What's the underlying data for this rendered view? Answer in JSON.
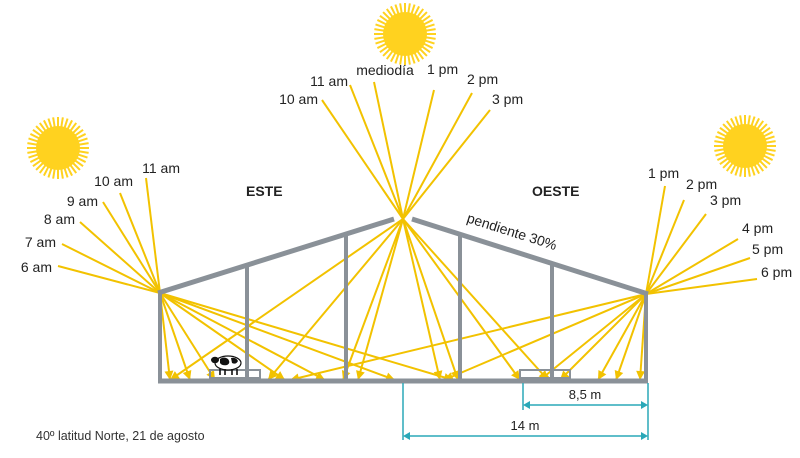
{
  "colors": {
    "sun": "#FFD21F",
    "ray": "#F2C200",
    "arrow": "#F2C200",
    "structure": "#8A9198",
    "dimension": "#2AA8B8"
  },
  "icons": {
    "sun": "sun-icon",
    "cow": "cow-icon"
  },
  "headers": {
    "east": "ESTE",
    "west": "OESTE",
    "slope": "pendiente 30%"
  },
  "east_sun": {
    "times": [
      "6 am",
      "7 am",
      "8 am",
      "9 am",
      "10 am",
      "11 am"
    ]
  },
  "noon_sun": {
    "times": [
      "10 am",
      "11 am",
      "mediodía",
      "1 pm",
      "2 pm",
      "3 pm"
    ]
  },
  "west_sun": {
    "times": [
      "1 pm",
      "2 pm",
      "3 pm",
      "4 pm",
      "5 pm",
      "6 pm"
    ]
  },
  "dimensions": {
    "short": "8,5 m",
    "long": "14 m"
  },
  "caption": "40º latitud Norte, 21 de agosto"
}
